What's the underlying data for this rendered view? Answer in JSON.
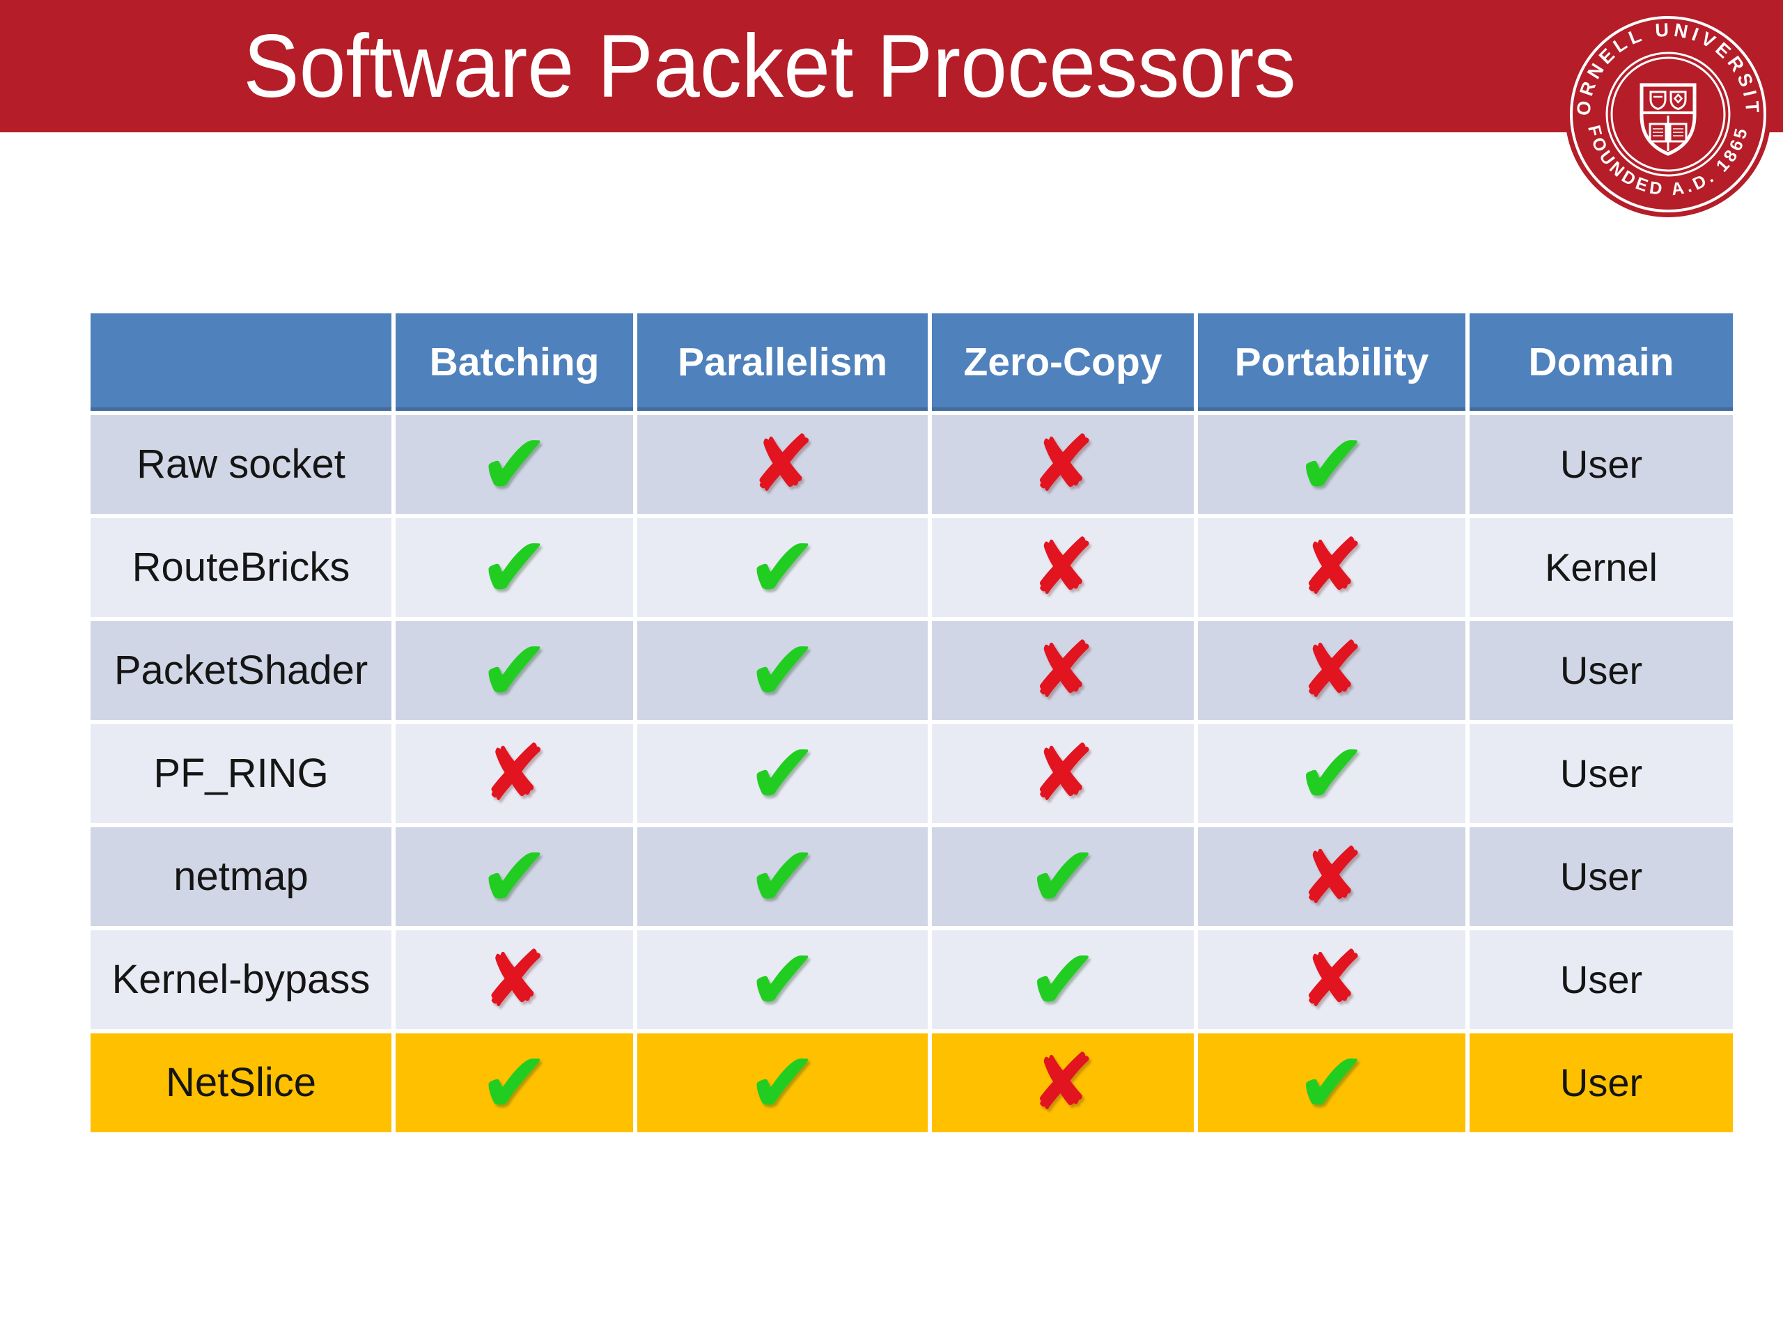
{
  "slide": {
    "title": "Software Packet Processors",
    "colors": {
      "header_red": "#B51D28",
      "table_header_blue": "#4F81BD",
      "row_band_dark": "#D0D6E5",
      "row_band_light": "#E9EBF4",
      "highlight_orange": "#FFC000",
      "check_green": "#22CD22",
      "cross_red": "#E2141F"
    }
  },
  "seal": {
    "top_text": "CORNELL UNIVERSITY",
    "bottom_text": "FOUNDED A.D. 1865"
  },
  "table": {
    "columns": [
      "",
      "Batching",
      "Parallelism",
      "Zero-Copy",
      "Portability",
      "Domain"
    ],
    "icons": {
      "check_glyph": "✔",
      "cross_glyph": "✘"
    },
    "rows": [
      {
        "label": "Raw socket",
        "marks": [
          "yes",
          "no",
          "no",
          "yes"
        ],
        "domain": "User",
        "highlight": false
      },
      {
        "label": "RouteBricks",
        "marks": [
          "yes",
          "yes",
          "no",
          "no"
        ],
        "domain": "Kernel",
        "highlight": false
      },
      {
        "label": "PacketShader",
        "marks": [
          "yes",
          "yes",
          "no",
          "no"
        ],
        "domain": "User",
        "highlight": false
      },
      {
        "label": "PF_RING",
        "marks": [
          "no",
          "yes",
          "no",
          "yes"
        ],
        "domain": "User",
        "highlight": false
      },
      {
        "label": "netmap",
        "marks": [
          "yes",
          "yes",
          "yes",
          "no"
        ],
        "domain": "User",
        "highlight": false
      },
      {
        "label": "Kernel-bypass",
        "marks": [
          "no",
          "yes",
          "yes",
          "no"
        ],
        "domain": "User",
        "highlight": false
      },
      {
        "label": "NetSlice",
        "marks": [
          "yes",
          "yes",
          "no",
          "yes"
        ],
        "domain": "User",
        "highlight": true
      }
    ]
  }
}
